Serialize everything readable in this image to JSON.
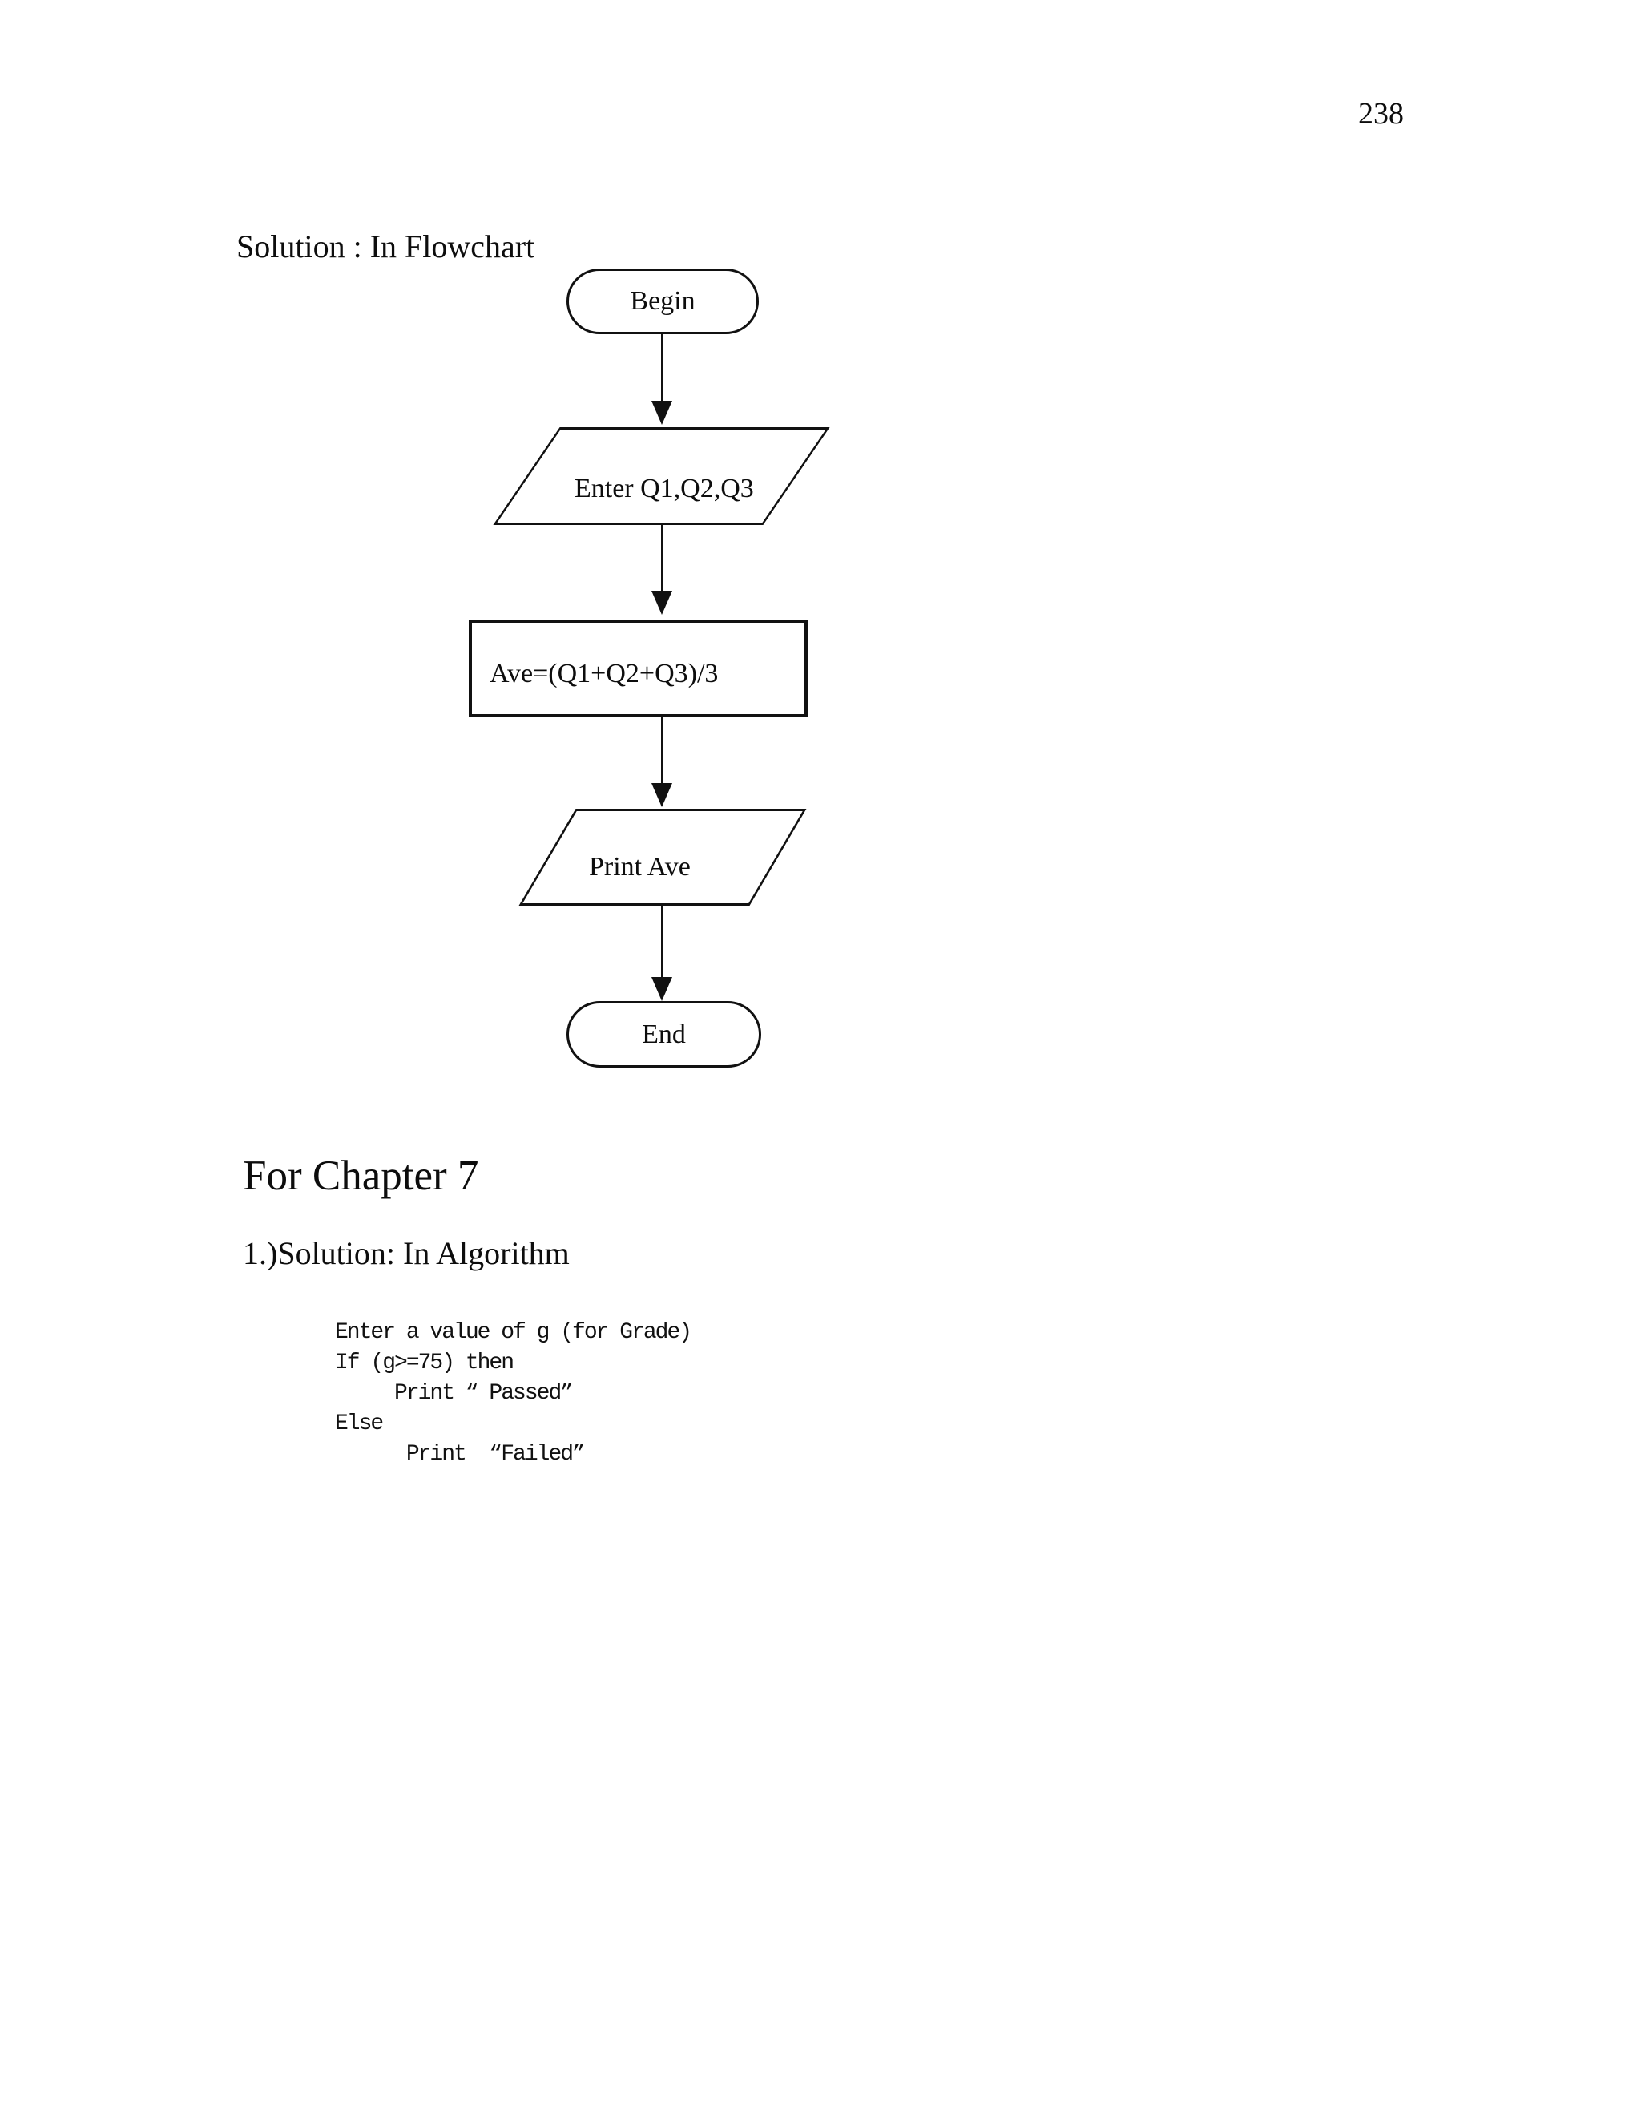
{
  "page": {
    "number": "238",
    "flowchart_section_title": "Solution : In Flowchart",
    "chapter_heading": "For Chapter 7",
    "algorithm_section_title": "1.)Solution: In Algorithm"
  },
  "flowchart": {
    "nodes": [
      {
        "type": "terminator",
        "label": "Begin"
      },
      {
        "type": "io",
        "label": "Enter Q1,Q2,Q3"
      },
      {
        "type": "process",
        "label": "Ave=(Q1+Q2+Q3)/3"
      },
      {
        "type": "io",
        "label": "Print Ave"
      },
      {
        "type": "terminator",
        "label": "End"
      }
    ],
    "edges": [
      {
        "from": "Begin",
        "to": "Enter Q1,Q2,Q3"
      },
      {
        "from": "Enter Q1,Q2,Q3",
        "to": "Ave=(Q1+Q2+Q3)/3"
      },
      {
        "from": "Ave=(Q1+Q2+Q3)/3",
        "to": "Print Ave"
      },
      {
        "from": "Print Ave",
        "to": "End"
      }
    ]
  },
  "algorithm": {
    "lines": [
      "Enter a value of g (for Grade)",
      "If (g>=75) then",
      "     Print “ Passed”",
      "Else",
      "      Print  “Failed”"
    ]
  },
  "colors": {
    "ink": "#111111",
    "paper": "#ffffff"
  }
}
